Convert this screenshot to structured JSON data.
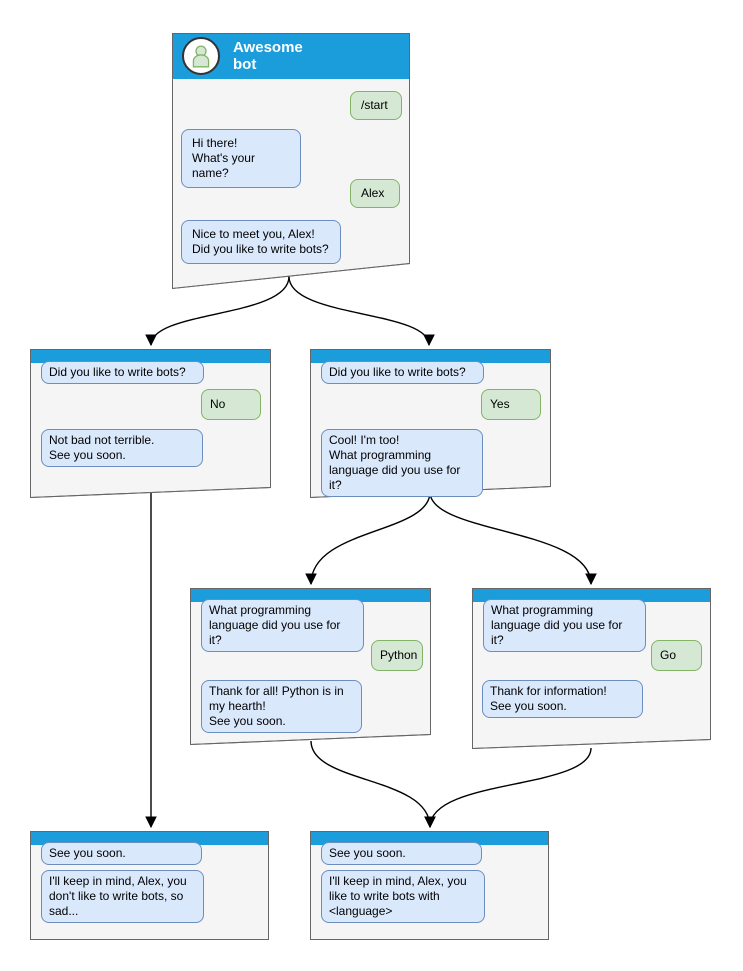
{
  "colors": {
    "header_blue": "#1b9ddb",
    "box_fill": "#f5f5f5",
    "box_border": "#666666",
    "bot_bubble_fill": "#dae8fc",
    "bot_bubble_border": "#6c8ebf",
    "user_bubble_fill": "#d5e8d4",
    "user_bubble_border": "#82b366",
    "avatar_fill": "#d5e8d4",
    "avatar_stroke": "#82b366",
    "connector": "#000000"
  },
  "nodes": [
    {
      "id": "start-window",
      "title": "Awesome bot",
      "avatar_icon": "person-icon",
      "messages": [
        {
          "from": "user",
          "text": "/start"
        },
        {
          "from": "bot",
          "text": "Hi there!\nWhat's your name?"
        },
        {
          "from": "user",
          "text": "Alex"
        },
        {
          "from": "bot",
          "text": "Nice to meet you, Alex!\nDid you like to write bots?"
        }
      ]
    },
    {
      "id": "branch-no",
      "messages": [
        {
          "from": "bot",
          "text": "Did you like to write bots?"
        },
        {
          "from": "user",
          "text": "No"
        },
        {
          "from": "bot",
          "text": "Not bad not terrible.\nSee you soon."
        }
      ]
    },
    {
      "id": "branch-yes",
      "messages": [
        {
          "from": "bot",
          "text": "Did you like to write bots?"
        },
        {
          "from": "user",
          "text": "Yes"
        },
        {
          "from": "bot",
          "text": "Cool! I'm too!\nWhat programming\nlanguage did you use for it?"
        }
      ]
    },
    {
      "id": "branch-python",
      "messages": [
        {
          "from": "bot",
          "text": "What programming\nlanguage did you use for it?"
        },
        {
          "from": "user",
          "text": "Python"
        },
        {
          "from": "bot",
          "text": "Thank for all! Python is in\nmy hearth!\nSee you soon."
        }
      ]
    },
    {
      "id": "branch-go",
      "messages": [
        {
          "from": "bot",
          "text": "What programming\nlanguage did you use for it?"
        },
        {
          "from": "user",
          "text": "Go"
        },
        {
          "from": "bot",
          "text": "Thank for information!\nSee you soon."
        }
      ]
    },
    {
      "id": "end-no",
      "messages": [
        {
          "from": "bot",
          "text": "See you soon."
        },
        {
          "from": "bot",
          "text": "I'll keep in mind, Alex, you\ndon't like to write bots, so\nsad..."
        }
      ]
    },
    {
      "id": "end-yes",
      "messages": [
        {
          "from": "bot",
          "text": "See you soon."
        },
        {
          "from": "bot",
          "text": "I'll keep in mind, Alex, you\nlike to write bots with\n<language>"
        }
      ]
    }
  ]
}
